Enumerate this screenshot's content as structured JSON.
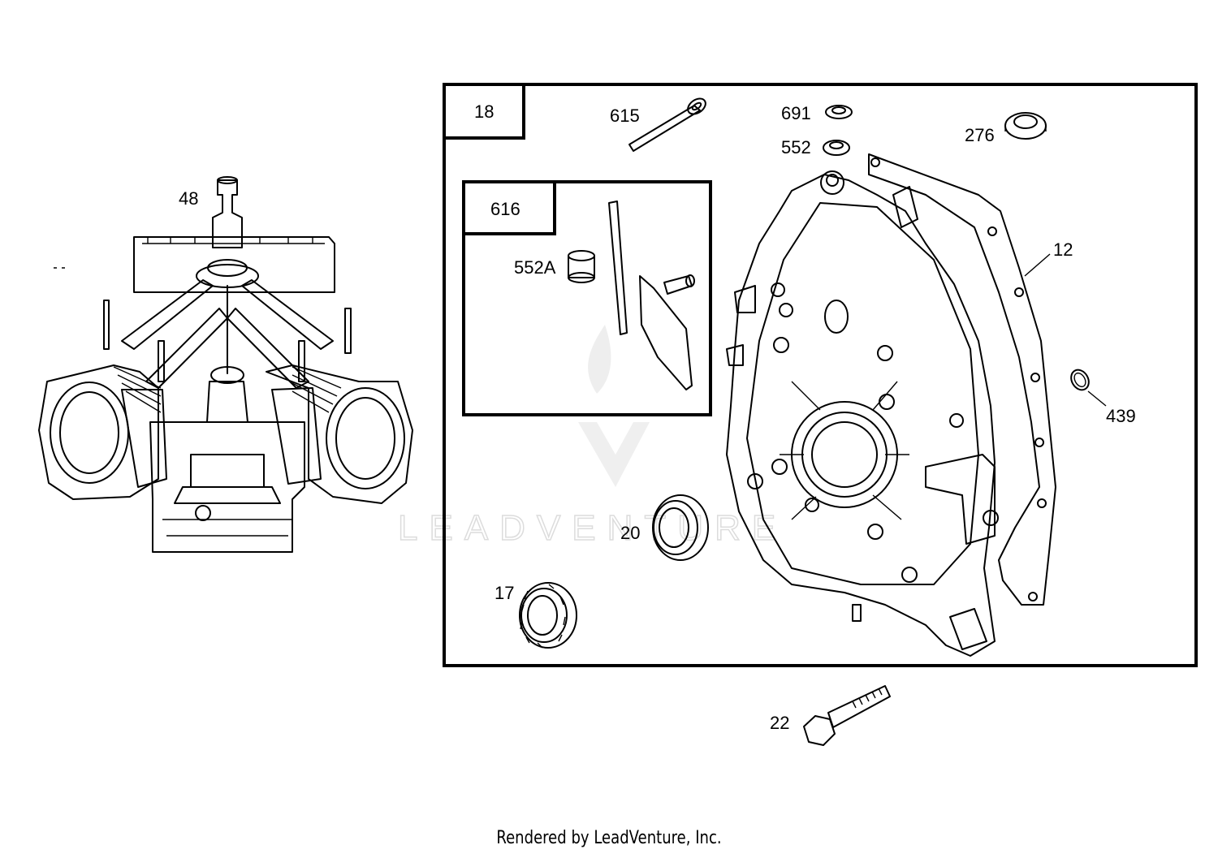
{
  "diagram": {
    "kit_boxes": [
      {
        "id": "18",
        "label": "18"
      },
      {
        "id": "616",
        "label": "616"
      }
    ],
    "callouts": [
      {
        "id": "48",
        "label": "48"
      },
      {
        "id": "615",
        "label": "615"
      },
      {
        "id": "691",
        "label": "691"
      },
      {
        "id": "552",
        "label": "552"
      },
      {
        "id": "276",
        "label": "276"
      },
      {
        "id": "552A",
        "label": "552A"
      },
      {
        "id": "12",
        "label": "12"
      },
      {
        "id": "439",
        "label": "439"
      },
      {
        "id": "20",
        "label": "20"
      },
      {
        "id": "17",
        "label": "17"
      },
      {
        "id": "22",
        "label": "22"
      }
    ],
    "watermark": "LEADVENTURE"
  },
  "footer": {
    "text": "Rendered by LeadVenture, Inc."
  }
}
